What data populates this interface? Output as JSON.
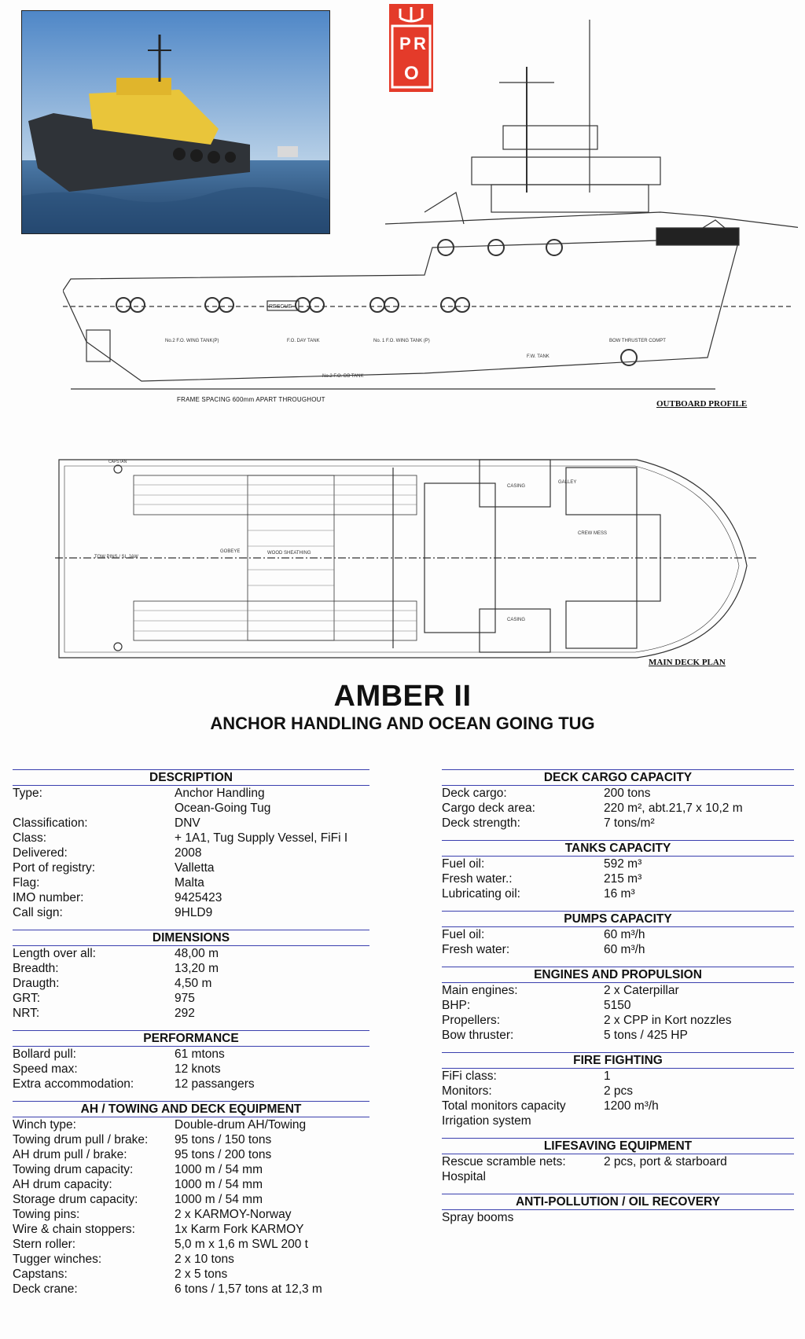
{
  "header": {
    "title": "AMBER II",
    "subtitle": "ANCHOR HANDLING AND OCEAN GOING TUG"
  },
  "logo": {
    "text": "PRO"
  },
  "drawings": {
    "profile_label": "OUTBOARD PROFILE",
    "plan_label": "MAIN DECK PLAN",
    "frame_note": "FRAME SPACING 600mm APART THROUGHOUT",
    "rescue_text": "RESCUE",
    "wood_sheathing": "WOOD SHEATHING",
    "capstan": "CAPSTAN"
  },
  "colors": {
    "accent": "#3a3fae",
    "hull_dark": "#2f3338",
    "superstructure": "#e9c53a",
    "logo_red": "#e43b2a"
  },
  "left_sections": [
    {
      "title": "DESCRIPTION",
      "rows": [
        {
          "label": "Type:",
          "value": "Anchor Handling\nOcean-Going Tug"
        },
        {
          "label": "Classification:",
          "value": "DNV"
        },
        {
          "label": "Class:",
          "value": "+ 1A1, Tug Supply Vessel, FiFi I"
        },
        {
          "label": "Delivered:",
          "value": "2008"
        },
        {
          "label": "Port of registry:",
          "value": "Valletta"
        },
        {
          "label": "Flag:",
          "value": "Malta"
        },
        {
          "label": "IMO number:",
          "value": "9425423"
        },
        {
          "label": "Call sign:",
          "value": "9HLD9"
        }
      ]
    },
    {
      "title": "DIMENSIONS",
      "rows": [
        {
          "label": "Length over all:",
          "value": "48,00 m"
        },
        {
          "label": "Breadth:",
          "value": "13,20 m"
        },
        {
          "label": "Draugth:",
          "value": "4,50 m"
        },
        {
          "label": "GRT:",
          "value": "975"
        },
        {
          "label": "NRT:",
          "value": "292"
        }
      ]
    },
    {
      "title": "PERFORMANCE",
      "rows": [
        {
          "label": "Bollard pull:",
          "value": "61 mtons"
        },
        {
          "label": "Speed max:",
          "value": "12 knots"
        },
        {
          "label": "Extra accommodation:",
          "value": "12 passangers"
        }
      ]
    },
    {
      "title": "AH / TOWING AND DECK EQUIPMENT",
      "rows": [
        {
          "label": "Winch type:",
          "value": "Double-drum AH/Towing"
        },
        {
          "label": "Towing drum pull / brake:",
          "value": "95 tons / 150 tons"
        },
        {
          "label": "AH drum pull / brake:",
          "value": "95 tons / 200 tons"
        },
        {
          "label": "Towing drum capacity:",
          "value": "1000 m / 54 mm"
        },
        {
          "label": "AH drum capacity:",
          "value": "1000 m / 54 mm"
        },
        {
          "label": "Storage drum capacity:",
          "value": "1000 m / 54 mm"
        },
        {
          "label": "Towing pins:",
          "value": "2 x KARMOY-Norway"
        },
        {
          "label": "Wire & chain stoppers:",
          "value": "1x Karm Fork KARMOY"
        },
        {
          "label": "Stern roller:",
          "value": "5,0 m x 1,6 m SWL  200 t"
        },
        {
          "label": "Tugger winches:",
          "value": "2 x 10 tons"
        },
        {
          "label": "Capstans:",
          "value": "2 x 5 tons"
        },
        {
          "label": "Deck crane:",
          "value": "6 tons / 1,57 tons at 12,3 m"
        }
      ]
    }
  ],
  "right_sections": [
    {
      "title": "DECK CARGO CAPACITY",
      "rows": [
        {
          "label": "Deck cargo:",
          "value": "200 tons"
        },
        {
          "label": "Cargo deck area:",
          "value": "220 m², abt.21,7 x 10,2 m"
        },
        {
          "label": "Deck strength:",
          "value": "7 tons/m²"
        }
      ]
    },
    {
      "title": "TANKS CAPACITY",
      "rows": [
        {
          "label": "Fuel oil:",
          "value": "592 m³"
        },
        {
          "label": "Fresh water.:",
          "value": "215 m³"
        },
        {
          "label": "Lubricating oil:",
          "value": "16 m³"
        }
      ]
    },
    {
      "title": "PUMPS CAPACITY",
      "rows": [
        {
          "label": "Fuel oil:",
          "value": "60 m³/h"
        },
        {
          "label": "Fresh water:",
          "value": "60 m³/h"
        }
      ]
    },
    {
      "title": "ENGINES AND PROPULSION",
      "rows": [
        {
          "label": "Main engines:",
          "value": "2 x Caterpillar"
        },
        {
          "label": "BHP:",
          "value": "5150"
        },
        {
          "label": "Propellers:",
          "value": "2 x CPP in Kort nozzles"
        },
        {
          "label": "Bow thruster:",
          "value": "5 tons / 425 HP"
        }
      ]
    },
    {
      "title": "FIRE FIGHTING",
      "rows": [
        {
          "label": "FiFi class:",
          "value": "1"
        },
        {
          "label": "Monitors:",
          "value": "2 pcs"
        },
        {
          "label": "Total monitors capacity",
          "value": "1200 m³/h"
        }
      ],
      "extra": [
        "Irrigation system"
      ]
    },
    {
      "title": "LIFESAVING EQUIPMENT",
      "rows": [
        {
          "label": "Rescue scramble nets:",
          "value": "2 pcs, port & starboard"
        }
      ],
      "extra": [
        "Hospital"
      ]
    },
    {
      "title": "ANTI-POLLUTION / OIL RECOVERY",
      "rows": [],
      "extra": [
        "Spray booms"
      ]
    }
  ]
}
